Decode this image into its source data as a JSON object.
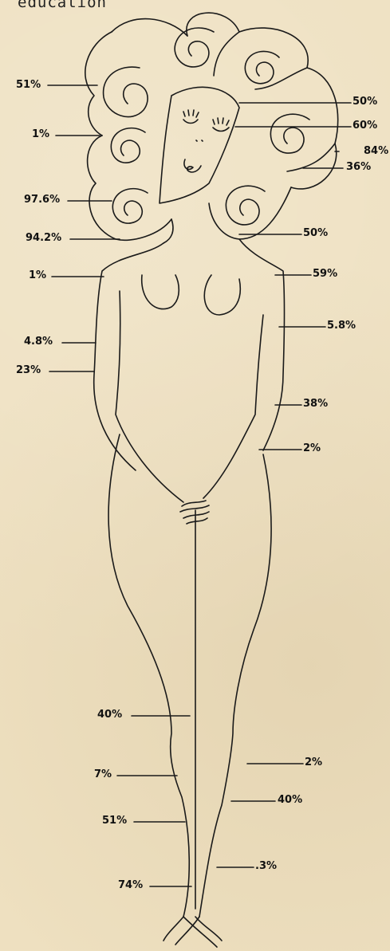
{
  "header": "education",
  "labels": {
    "l01": "51%",
    "l02": "50%",
    "l03": "60%",
    "l04": "1%",
    "l05": "84%",
    "l06": "36%",
    "l07": "97.6%",
    "l08": "94.2%",
    "l09": "50%",
    "l10": "1%",
    "l11": "59%",
    "l12": "4.8%",
    "l13": "5.8%",
    "l14": "23%",
    "l15": "38%",
    "l16": "2%",
    "l17": "40%",
    "l18": "2%",
    "l19": "7%",
    "l20": "40%",
    "l21": "51%",
    "l22": ".3%",
    "l23": "74%"
  }
}
